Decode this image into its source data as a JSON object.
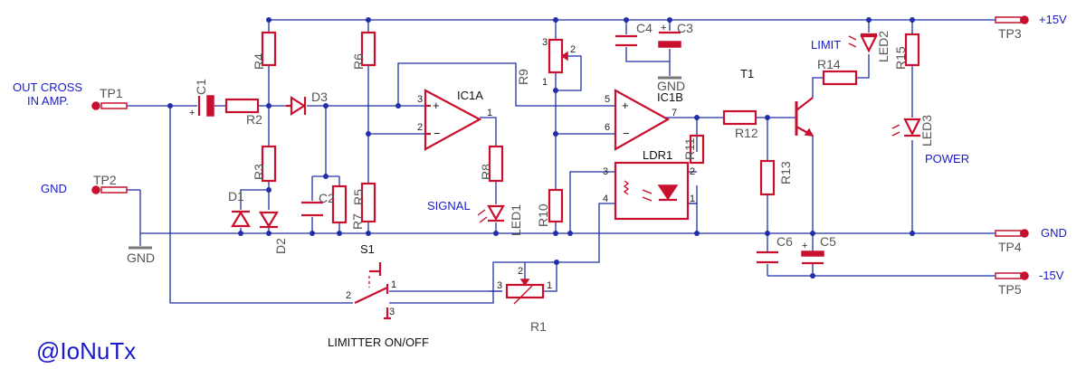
{
  "nets": {
    "pos_rail": "+15V",
    "gnd_rail": "GND",
    "neg_rail": "-15V",
    "gnd_symbol": "GND"
  },
  "captions": {
    "input": [
      "OUT CROSS",
      "IN AMP."
    ],
    "gnd_left": "GND",
    "signal": "SIGNAL",
    "limit": "LIMIT",
    "power": "POWER",
    "switch": "LIMITTER ON/OFF",
    "credit": "@IoNuTx"
  },
  "testpoints": [
    "TP1",
    "TP2",
    "TP3",
    "TP4",
    "TP5"
  ],
  "refs": {
    "C1": "C1",
    "C2": "C2",
    "C3": "C3",
    "C4": "C4",
    "C5": "C5",
    "C6": "C6",
    "R1": "R1",
    "R2": "R2",
    "R3": "R3",
    "R4": "R4",
    "R5": "R5",
    "R6": "R6",
    "R7": "R7",
    "R8": "R8",
    "R9": "R9",
    "R10": "R10",
    "R11": "R11",
    "R12": "R12",
    "R13": "R13",
    "R14": "R14",
    "R15": "R15",
    "D1": "D1",
    "D2": "D2",
    "D3": "D3",
    "LED1": "LED1",
    "LED2": "LED2",
    "LED3": "LED3",
    "IC1A": "IC1A",
    "IC1B": "IC1B",
    "LDR1": "LDR1",
    "T1": "T1",
    "S1": "S1"
  },
  "pins": {
    "ic1a_plus": "3",
    "ic1a_minus": "2",
    "ic1a_out": "1",
    "ic1b_plus": "5",
    "ic1b_minus": "6",
    "ic1b_out": "7",
    "r9_3": "3",
    "r9_2": "2",
    "r9_1": "1",
    "ldr_3": "3",
    "ldr_4": "4",
    "ldr_2": "2",
    "ldr_1": "1",
    "s1_1": "1",
    "s1_2": "2",
    "s1_3": "3",
    "r1_3": "3",
    "r1_2": "2",
    "r1_1": "1"
  },
  "polarity": "+"
}
